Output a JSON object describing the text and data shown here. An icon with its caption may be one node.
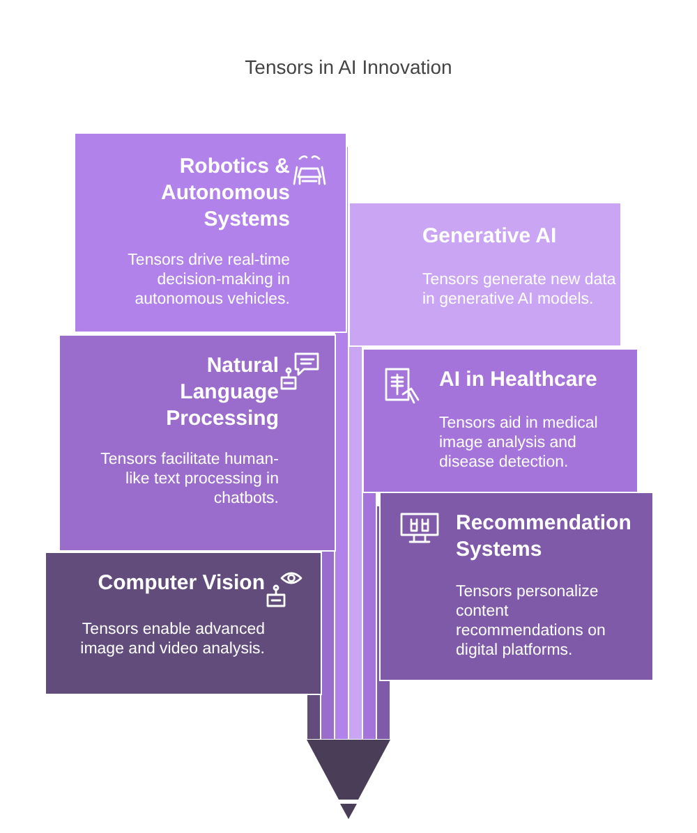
{
  "diagram": {
    "title": "Tensors in AI Innovation",
    "nodes": [
      {
        "text": [
          "Robotics & Autonomous Systems",
          "Tensors drive real-time decision-making in autonomous vehicles."
        ]
      },
      {
        "text": [
          "Generative AI",
          "Tensors generate new data in generative AI models."
        ]
      },
      {
        "text": [
          "Natural Language Processing",
          "Tensors facilitate human-like text processing in chatbots."
        ]
      },
      {
        "text": [
          "AI in Healthcare",
          "Tensors aid in medical image analysis and disease detection."
        ]
      },
      {
        "text": [
          "Recommendation Systems",
          "Tensors personalize content recommendations on digital platforms."
        ]
      },
      {
        "text": [
          "Computer Vision",
          "Tensors enable advanced image and video analysis."
        ]
      }
    ]
  }
}
